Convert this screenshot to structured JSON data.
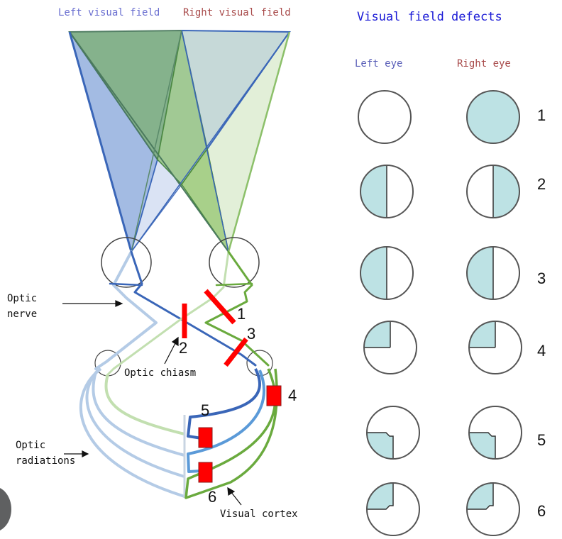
{
  "header": {
    "left_field": "Left visual field",
    "right_field": "Right visual field"
  },
  "defects_panel": {
    "title": "Visual field defects",
    "left_eye_label": "Left eye",
    "right_eye_label": "Right eye",
    "rows": [
      {
        "number": "1",
        "left": "full-vision",
        "right": "blind"
      },
      {
        "number": "2",
        "left": "left-half-blind",
        "right": "right-half-blind"
      },
      {
        "number": "3",
        "left": "left-half-blind",
        "right": "left-half-blind"
      },
      {
        "number": "4",
        "left": "upper-left-quadrant-blind",
        "right": "upper-left-quadrant-blind"
      },
      {
        "number": "5",
        "left": "lower-left-quadrant-blind-macular-sparing",
        "right": "lower-left-quadrant-blind-macular-sparing"
      },
      {
        "number": "6",
        "left": "upper-left-quadrant-blind-macular-sparing",
        "right": "upper-left-quadrant-blind-macular-sparing"
      }
    ]
  },
  "annotations": {
    "optic_nerve": [
      "Optic",
      "nerve"
    ],
    "optic_chiasm": "Optic chiasm",
    "optic_radiations": [
      "Optic",
      "radiations"
    ],
    "visual_cortex": "Visual cortex"
  },
  "lesions": [
    "1",
    "2",
    "3",
    "4",
    "5",
    "6"
  ],
  "colors": {
    "defect_fill": "#bde2e4",
    "lesion": "#ff0000",
    "dark_blue": "#3a66b8",
    "light_blue": "#b4cbe6",
    "mid_blue": "#5b9ad8",
    "dark_green": "#6aaa3e",
    "light_green": "#c2dfb0"
  }
}
